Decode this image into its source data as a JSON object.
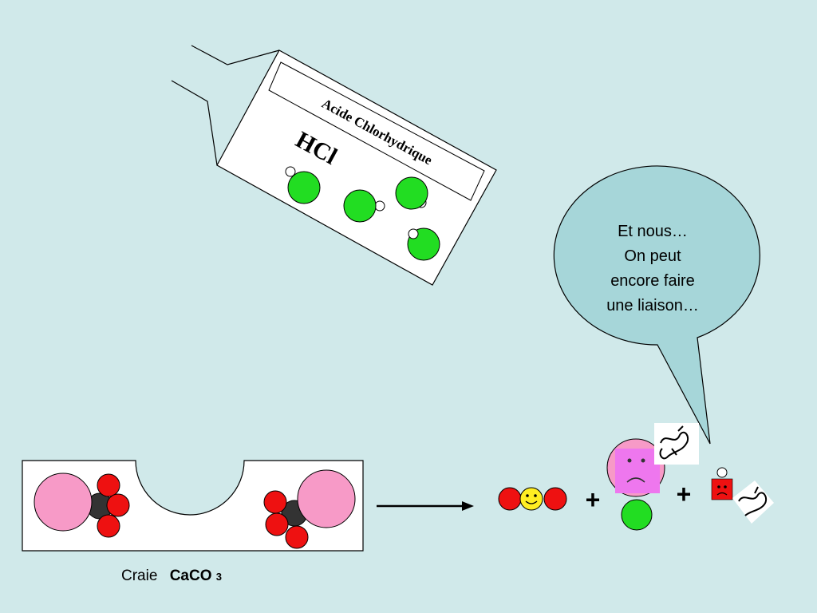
{
  "bottle": {
    "label": "Acide Chlorhydrique",
    "formula": "HCl"
  },
  "speech_bubble": {
    "lines": [
      "Et nous…",
      "On peut",
      "encore faire",
      "une liaison…"
    ]
  },
  "chalk": {
    "name": "Craie",
    "formula_main": "CaCO",
    "formula_sub": "3"
  },
  "products": {
    "plus_1": "+",
    "plus_2": "+"
  },
  "colors": {
    "background": "#d0e9ea",
    "chlorine": "#22dd22",
    "oxygen": "#ee1111",
    "calcium": "#f79ac7",
    "carbon": "#333333",
    "hydrogen": "#ffffff"
  }
}
